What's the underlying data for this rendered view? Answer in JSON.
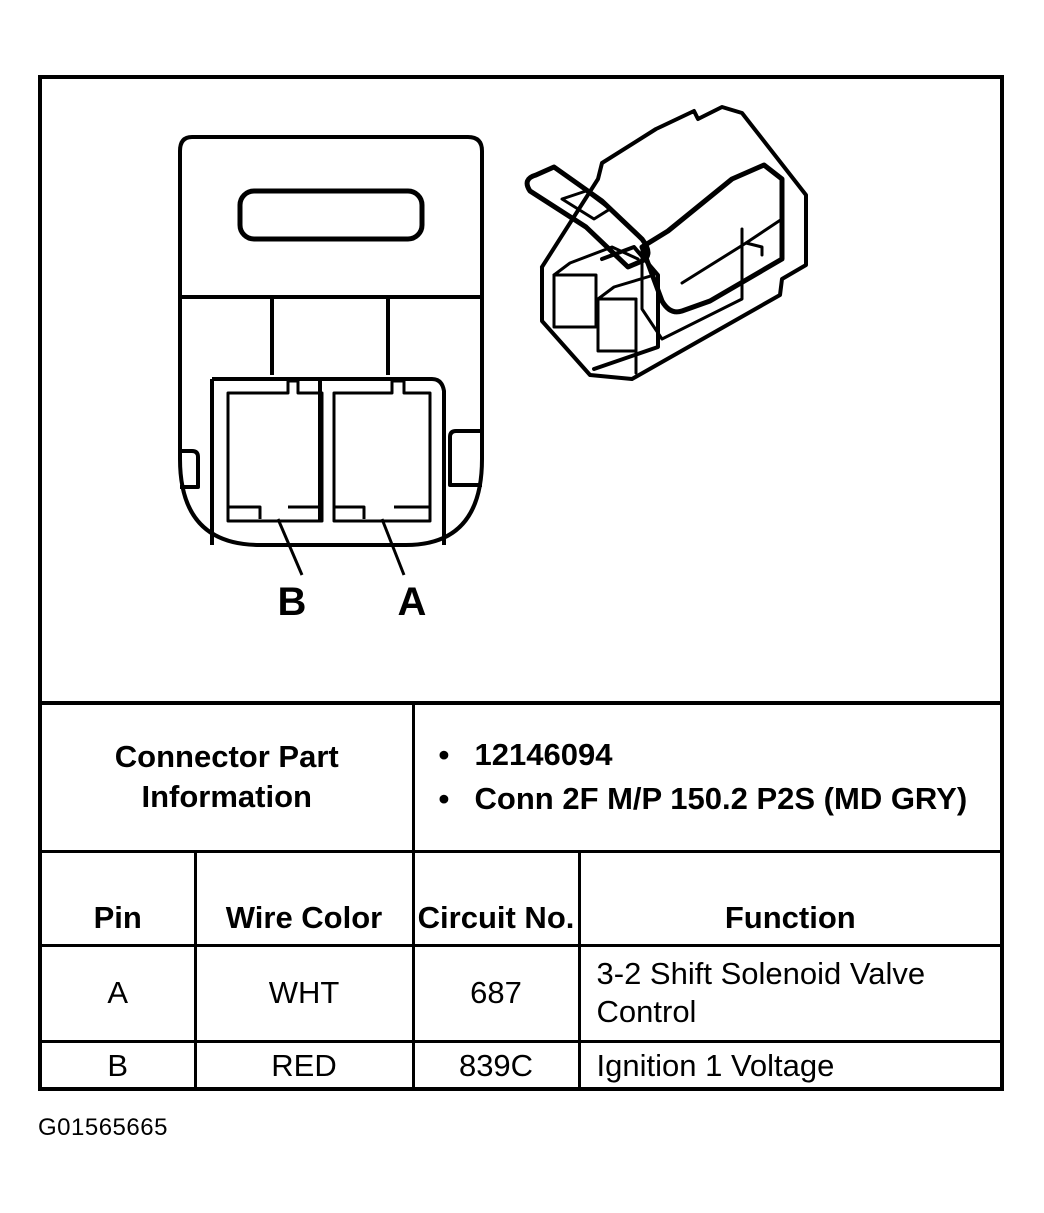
{
  "diagram": {
    "pin_labels": [
      "B",
      "A"
    ]
  },
  "connector_info": {
    "label": "Connector Part Information",
    "items": [
      "12146094",
      "Conn 2F M/P 150.2 P2S (MD GRY)"
    ]
  },
  "pin_table": {
    "headers": {
      "pin": "Pin",
      "wire_color": "Wire Color",
      "circuit": "Circuit No.",
      "function": "Function"
    },
    "rows": [
      {
        "pin": "A",
        "wire_color": "WHT",
        "circuit": "687",
        "function": "3-2 Shift Solenoid Valve Control"
      },
      {
        "pin": "B",
        "wire_color": "RED",
        "circuit": "839C",
        "function": "Ignition 1 Voltage"
      }
    ]
  },
  "figure_code": "G01565665"
}
